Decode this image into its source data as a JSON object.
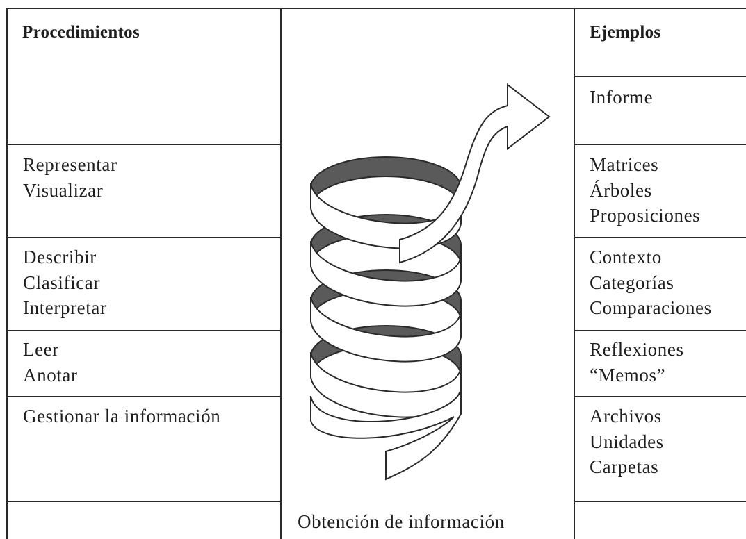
{
  "headers": {
    "left": "Procedimientos",
    "right": "Ejemplos"
  },
  "procedimientos": [
    {
      "lines": []
    },
    {
      "lines": [
        "Representar",
        "Visualizar"
      ]
    },
    {
      "lines": [
        "Describir",
        "Clasificar",
        "Interpretar"
      ]
    },
    {
      "lines": [
        "Leer",
        "Anotar"
      ]
    },
    {
      "lines": [
        "Gestionar la información"
      ]
    }
  ],
  "ejemplos": [
    {
      "lines": [
        "Informe"
      ]
    },
    {
      "lines": [
        "Matrices",
        "Árboles",
        "Proposiciones"
      ]
    },
    {
      "lines": [
        "Contexto",
        "Categorías",
        "Comparaciones"
      ]
    },
    {
      "lines": [
        "Reflexiones",
        "“Memos”"
      ]
    },
    {
      "lines": [
        "Archivos",
        "Unidades",
        "Carpetas"
      ]
    }
  ],
  "bottom_center": "Obtención de información",
  "colors": {
    "line": "#2a2a2a",
    "ribbon_fill": "#ffffff",
    "ribbon_back": "#5a5a5a",
    "text": "#1e1e1e"
  }
}
